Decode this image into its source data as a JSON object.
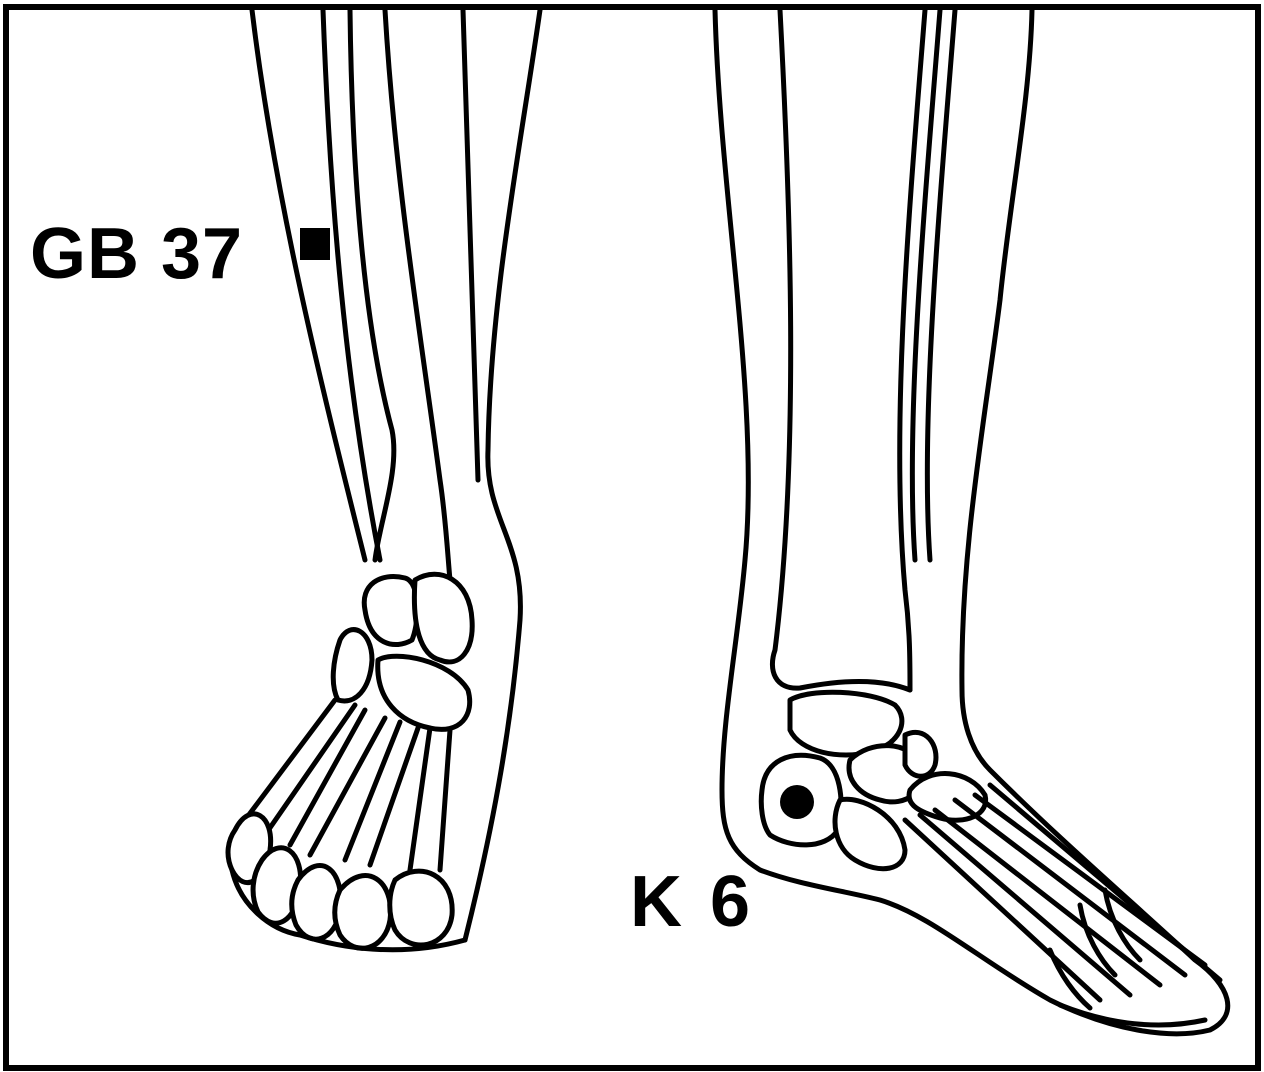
{
  "points": {
    "gb37": {
      "label": "GB 37",
      "marker": "square-marker"
    },
    "k6": {
      "label": "K 6",
      "marker": "dot-marker"
    }
  },
  "colors": {
    "stroke": "#000000",
    "background": "#ffffff",
    "frame": "#000000"
  }
}
